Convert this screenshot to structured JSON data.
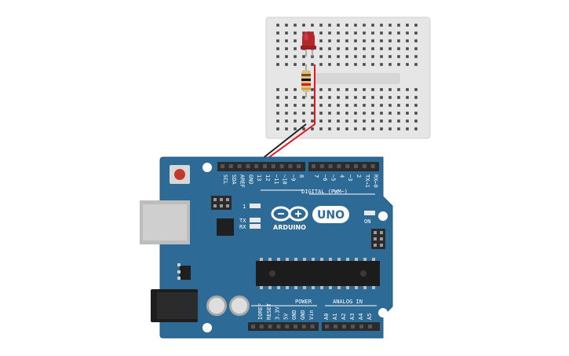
{
  "breadboard": {
    "hole_rows": 12,
    "hole_cols": 17
  },
  "board": {
    "logo_text": "UNO",
    "brand": "ARDUINO",
    "digital_label": "DIGITAL (PWM~)",
    "on_label": "ON",
    "tx_label": "TX",
    "rx_label": "RX",
    "l_label": "1",
    "power_label": "POWER",
    "analog_label": "ANALOG IN",
    "top_pins_left": [
      "SCL",
      "SDA",
      "AREF",
      "GND",
      "13",
      "12",
      "~11",
      "~10",
      "~9",
      "8"
    ],
    "top_pins_right": [
      "7",
      "~6",
      "~5",
      "4",
      "~3",
      "2",
      "TX→1",
      "RX←0"
    ],
    "bottom_pins_power": [
      "IOREF",
      "RESET",
      "3.3V",
      "5V",
      "GND",
      "GND",
      "Vin"
    ],
    "bottom_pins_analog": [
      "A0",
      "A1",
      "A2",
      "A3",
      "A4",
      "A5"
    ]
  },
  "colors": {
    "board": "#2d6b96",
    "board_edge": "#245a80",
    "breadboard": "#e8e8e8",
    "wire_red": "#e0191f",
    "wire_black": "#222222",
    "led": "#c0262c",
    "header": "#2b2b2b"
  }
}
